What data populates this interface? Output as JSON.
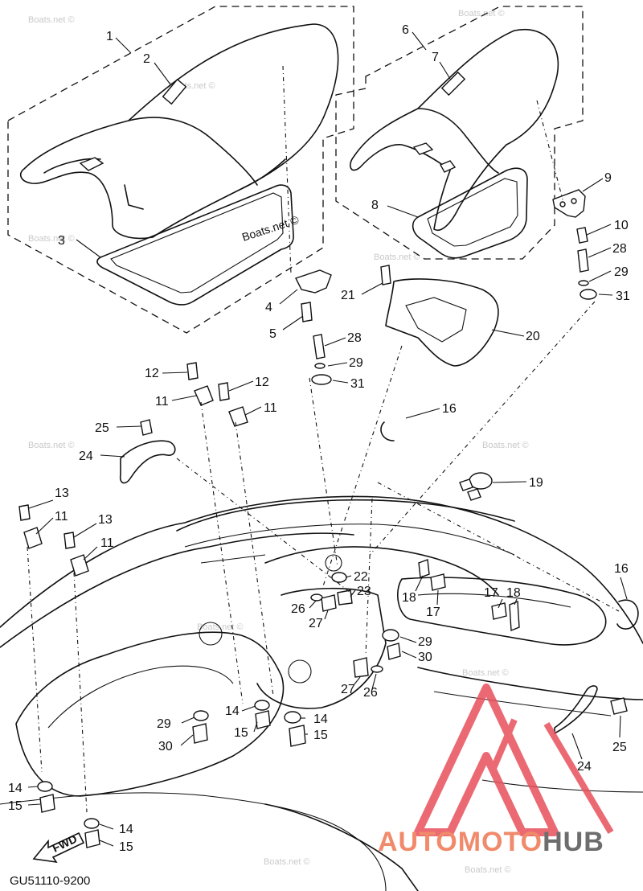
{
  "diagram": {
    "code": "GU51110-9200",
    "fwd_label": "FWD",
    "boats_label": "Boats.net ©",
    "watermark": "Boats.net ©",
    "callouts": [
      "1",
      "2",
      "3",
      "4",
      "5",
      "6",
      "7",
      "8",
      "9",
      "10",
      "11",
      "12",
      "13",
      "14",
      "15",
      "16",
      "17",
      "18",
      "19",
      "20",
      "21",
      "22",
      "23",
      "24",
      "25",
      "26",
      "27",
      "28",
      "29",
      "30",
      "31"
    ]
  },
  "logo": {
    "prefix": "AUTO",
    "middle": "MOTO",
    "suffix": "HUB",
    "color_primary": "#f08a6a",
    "color_secondary": "#6d6d6d"
  }
}
